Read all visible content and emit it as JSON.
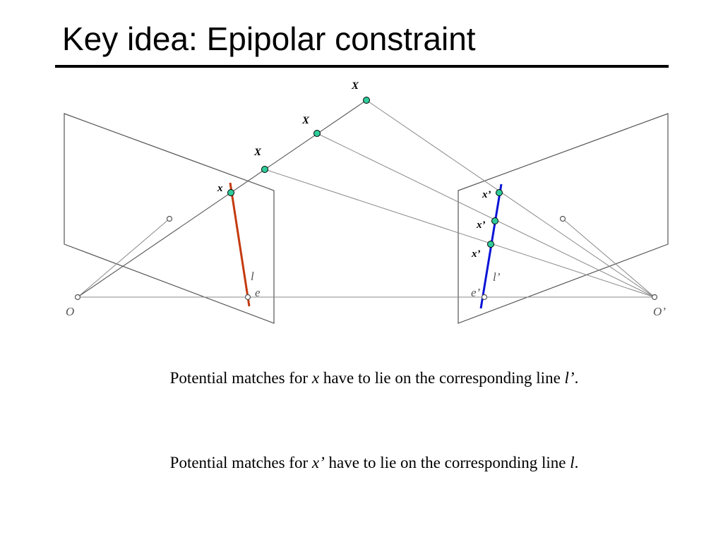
{
  "slide": {
    "title": "Key idea: Epipolar constraint"
  },
  "diagram": {
    "labels": {
      "X1": "X",
      "X2": "X",
      "X3": "X",
      "x": "x",
      "xp1": "x’",
      "xp2": "x’",
      "xp3": "x’",
      "l": "l",
      "lp": "l’",
      "e": "e",
      "ep": "e’",
      "O": "O",
      "Op": "O’"
    },
    "colors": {
      "epipolar_line_left": "#c43a0e",
      "epipolar_line_right": "#0a14d6",
      "point_fill": "#2ecc9a",
      "construction_line": "#888888"
    }
  },
  "captions": {
    "line1": {
      "prefix": "Potential matches for ",
      "var": "x",
      "middle": " have to lie on the corresponding line ",
      "line": "l’",
      "suffix": "."
    },
    "line2": {
      "prefix": "Potential matches for ",
      "var": "x’",
      "middle": " have to lie on the corresponding line ",
      "line": "l",
      "suffix": "."
    }
  }
}
